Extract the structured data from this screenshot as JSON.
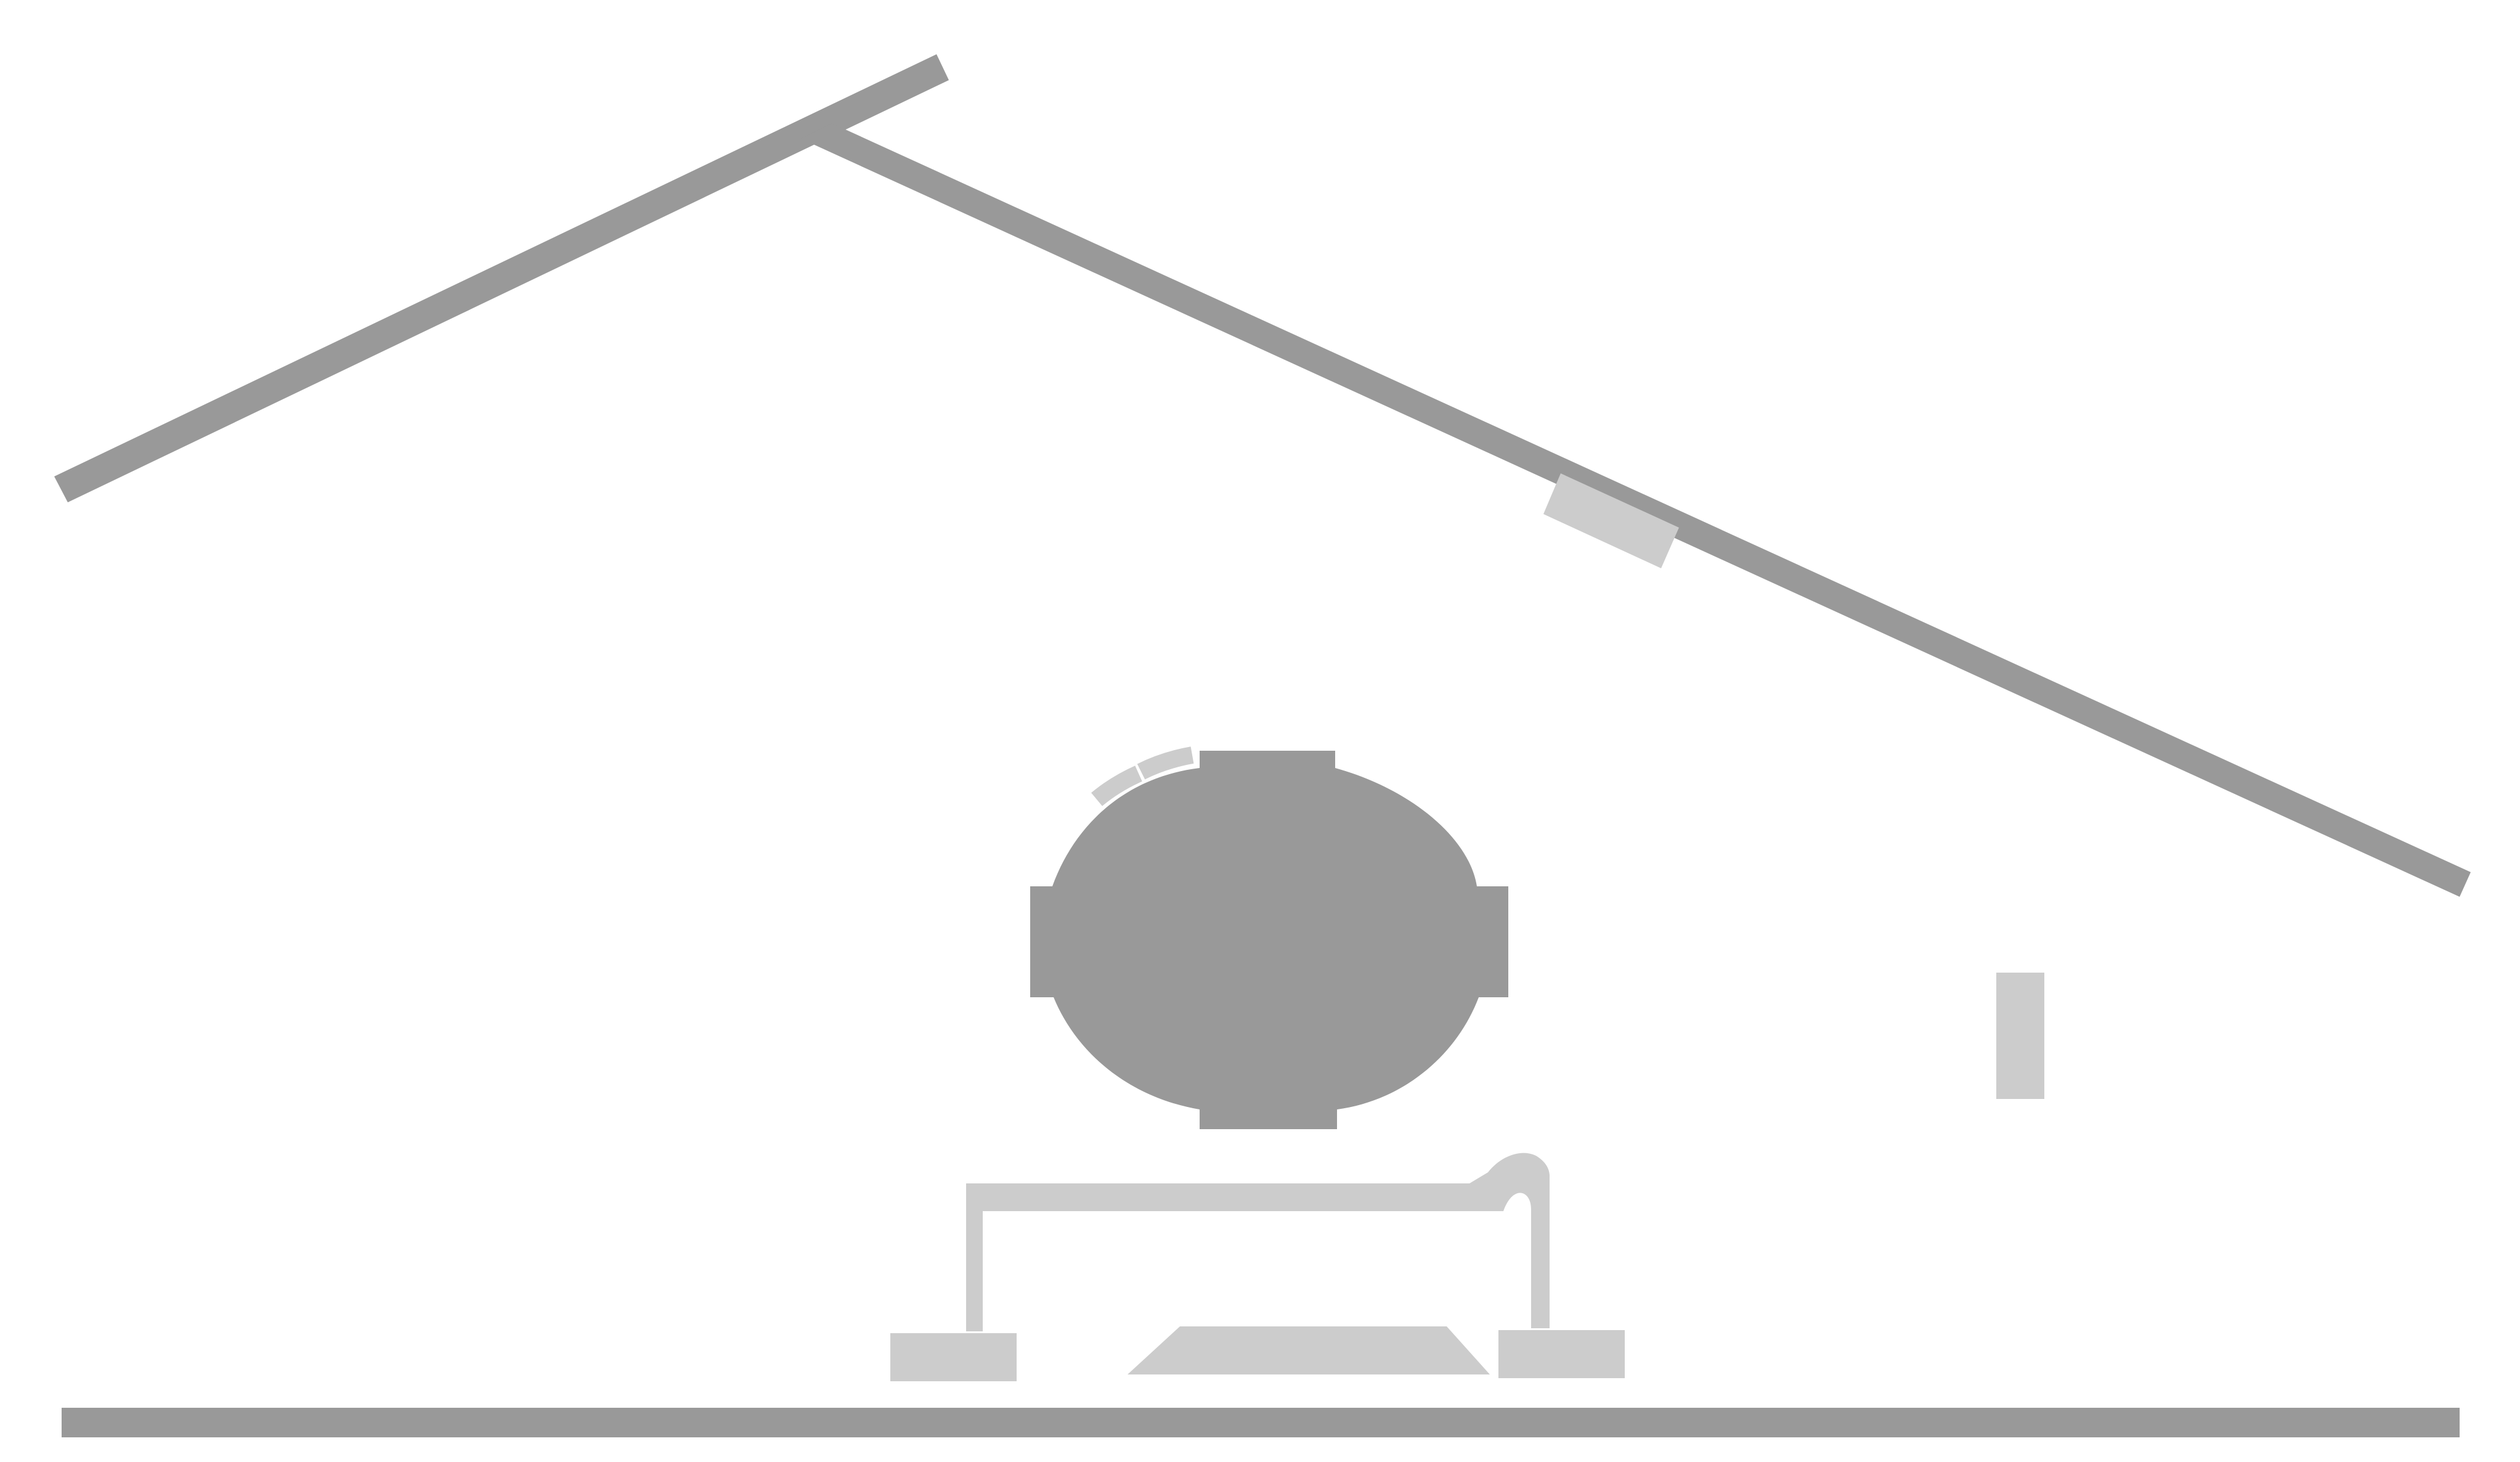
{
  "diagram": {
    "colors": {
      "background": "#ffffff",
      "dark": "#999999",
      "light": "#cccccc"
    },
    "parts": [
      {
        "name": "roof-beam-left",
        "tone": "dark"
      },
      {
        "name": "roof-beam-right",
        "tone": "dark"
      },
      {
        "name": "roof-clamp-block",
        "tone": "light"
      },
      {
        "name": "central-body",
        "tone": "dark"
      },
      {
        "name": "body-top-arc-segment-1",
        "tone": "light"
      },
      {
        "name": "body-top-arc-segment-2",
        "tone": "light"
      },
      {
        "name": "side-post",
        "tone": "light"
      },
      {
        "name": "support-frame",
        "tone": "light"
      },
      {
        "name": "left-foot-block",
        "tone": "light"
      },
      {
        "name": "center-base-trapezoid",
        "tone": "light"
      },
      {
        "name": "right-foot-block",
        "tone": "light"
      },
      {
        "name": "ground-line",
        "tone": "dark"
      }
    ]
  }
}
